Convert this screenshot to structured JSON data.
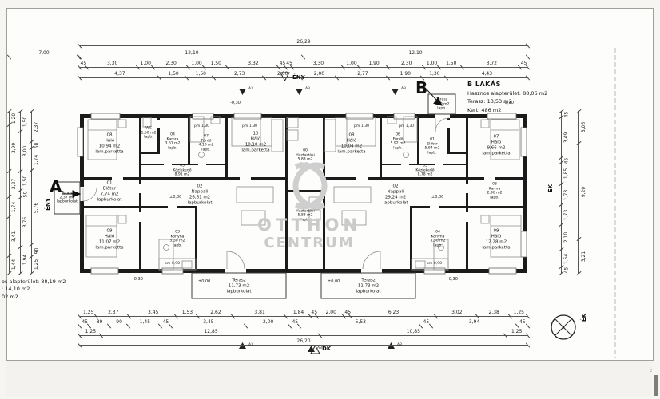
{
  "colors": {
    "ink": "#1b1b1b",
    "paper": "#fdfdfb",
    "dim": "#222222",
    "watermark": "#cacaca"
  },
  "markers": {
    "unit_a": "A",
    "unit_b": "B",
    "north_top": "ÉNY",
    "north_bottom": "DK",
    "north_left": "ÉNY",
    "north_right": "ÉK",
    "compass_label": "ÉK",
    "section": "A3"
  },
  "title_block": {
    "name": "B LAKÁS",
    "line1": "Hasznos alapterület: 88,06 m2",
    "line2": "Terasz: 13,53 m2",
    "line3": "Kert: 486 m2"
  },
  "info_block_left": {
    "line1": "os alapterület: 88,19 m2",
    "line2": ": 14,10 m2",
    "line3": "02 m2"
  },
  "levels": {
    "minus030": "-0,30",
    "zero": "±0,00"
  },
  "pm": {
    "pm130": "pm 1,30",
    "pm090": "pm 0,90"
  },
  "watermark": {
    "line1": "OTTHON",
    "line2": "CENTRUM"
  },
  "side_note": "©",
  "rooms": {
    "a08": [
      "08",
      "Háló",
      "10,94 m2",
      "lam.parketta"
    ],
    "a_wc": [
      "WC",
      "1,50 m2",
      "lapb."
    ],
    "a04": [
      "04",
      "Kamra",
      "3,61 m2",
      "lapb."
    ],
    "a07": [
      "07",
      "Fürdő",
      "4,10 m2",
      "lapb."
    ],
    "a10": [
      "10",
      "Háló",
      "10,10 m2",
      "lam.parketta"
    ],
    "a05": [
      "05",
      "Közlekedő",
      "8,91 m2"
    ],
    "a01": [
      "01",
      "Előtér",
      "7,74 m2",
      "lapburkolat"
    ],
    "a02": [
      "02",
      "Nappali",
      "26,61 m2",
      "lapburkolat"
    ],
    "a03": [
      "03",
      "Konyha",
      "5,30 m2",
      "lapb."
    ],
    "a09": [
      "09",
      "Háló",
      "11,07 m2",
      "lam.parketta"
    ],
    "a00": [
      "00",
      "Háztartási",
      "5,83 m2",
      "lapb."
    ],
    "a_terasz_side": [
      "Terasz",
      "2,37 m2",
      "lapburkolat"
    ],
    "a_terasz": [
      "Terasz",
      "11,73 m2",
      "lapburkolat"
    ],
    "b08": [
      "08",
      "Háló",
      "10,04 m2",
      "lam.parketta"
    ],
    "b06": [
      "06",
      "Fürdő",
      "5,92 m2",
      "lapb."
    ],
    "b01": [
      "01",
      "Előtér",
      "5,64 m2",
      "lapb."
    ],
    "b07": [
      "07",
      "Háló",
      "9,66 m2",
      "lam.parketta"
    ],
    "b05": [
      "05",
      "Közlekedő",
      "8,78 m2"
    ],
    "b02": [
      "02",
      "Nappali",
      "29,24 m2",
      "lapburkolat"
    ],
    "b03": [
      "03",
      "Kamra",
      "2,96 m2",
      "lapb."
    ],
    "b_konyha": [
      "04",
      "Konyha",
      "5,30 m2",
      "lapb."
    ],
    "b09": [
      "09",
      "Háló",
      "12,28 m2",
      "lam.parketta"
    ],
    "b00": [
      "00",
      "Háztartási",
      "5,83 m2",
      "lapb."
    ],
    "b_porch": [
      "Terasz",
      "1,80 m2",
      "lapb."
    ],
    "b_terasz": [
      "Terasz",
      "11,73 m2",
      "lapburkolat"
    ]
  },
  "dims": {
    "top_total": [
      "26,29"
    ],
    "top_margin": [
      "7,00"
    ],
    "top_units": [
      "12,10",
      "12,10"
    ],
    "top_fine": [
      "45",
      "3,30",
      "1,00",
      "2,30",
      "1,00",
      "1,50",
      "3,32",
      "45",
      "45",
      "3,30",
      "1,00",
      "1,90",
      "2,30",
      "1,00",
      "1,50",
      "3,72",
      "45"
    ],
    "top_coarse": [
      "4,37",
      "1,50",
      "1,50",
      "2,73",
      "2,00",
      "2,00",
      "2,77",
      "1,90",
      "1,30",
      "4,43"
    ],
    "bottom_fine": [
      "1,25",
      "2,37",
      "3,45",
      "1,53",
      "2,62",
      "3,81",
      "1,84",
      "45",
      "2,00",
      "45",
      "6,23",
      "3,02",
      "2,38",
      "1,25"
    ],
    "bottom_openings": [
      "45",
      "89",
      "90",
      "1,45",
      "45",
      "3,45",
      "2,00",
      "45",
      "5,53",
      "45",
      "3,94",
      "45"
    ],
    "bottom_mid": [
      "1,25",
      "12,85",
      "10,85",
      "1,25"
    ],
    "bottom_total": [
      "26,20"
    ],
    "left_col1": [
      "1,20",
      "3,99",
      "2,27",
      "1,74",
      "3,41",
      "1,44"
    ],
    "left_col2": [
      "1,50",
      "3,00",
      "1,50",
      "50",
      "3,76",
      "1,94"
    ],
    "left_col3": [
      "2,37",
      "50",
      "1,74",
      "5,76",
      "90",
      "1,25"
    ],
    "right_col1": [
      "45",
      "3,49",
      "45",
      "1,85",
      "1,73",
      "1,73",
      "2,10",
      "1,54",
      "45"
    ],
    "right_col2": [
      "3,06",
      "9,20",
      "3,21"
    ]
  }
}
